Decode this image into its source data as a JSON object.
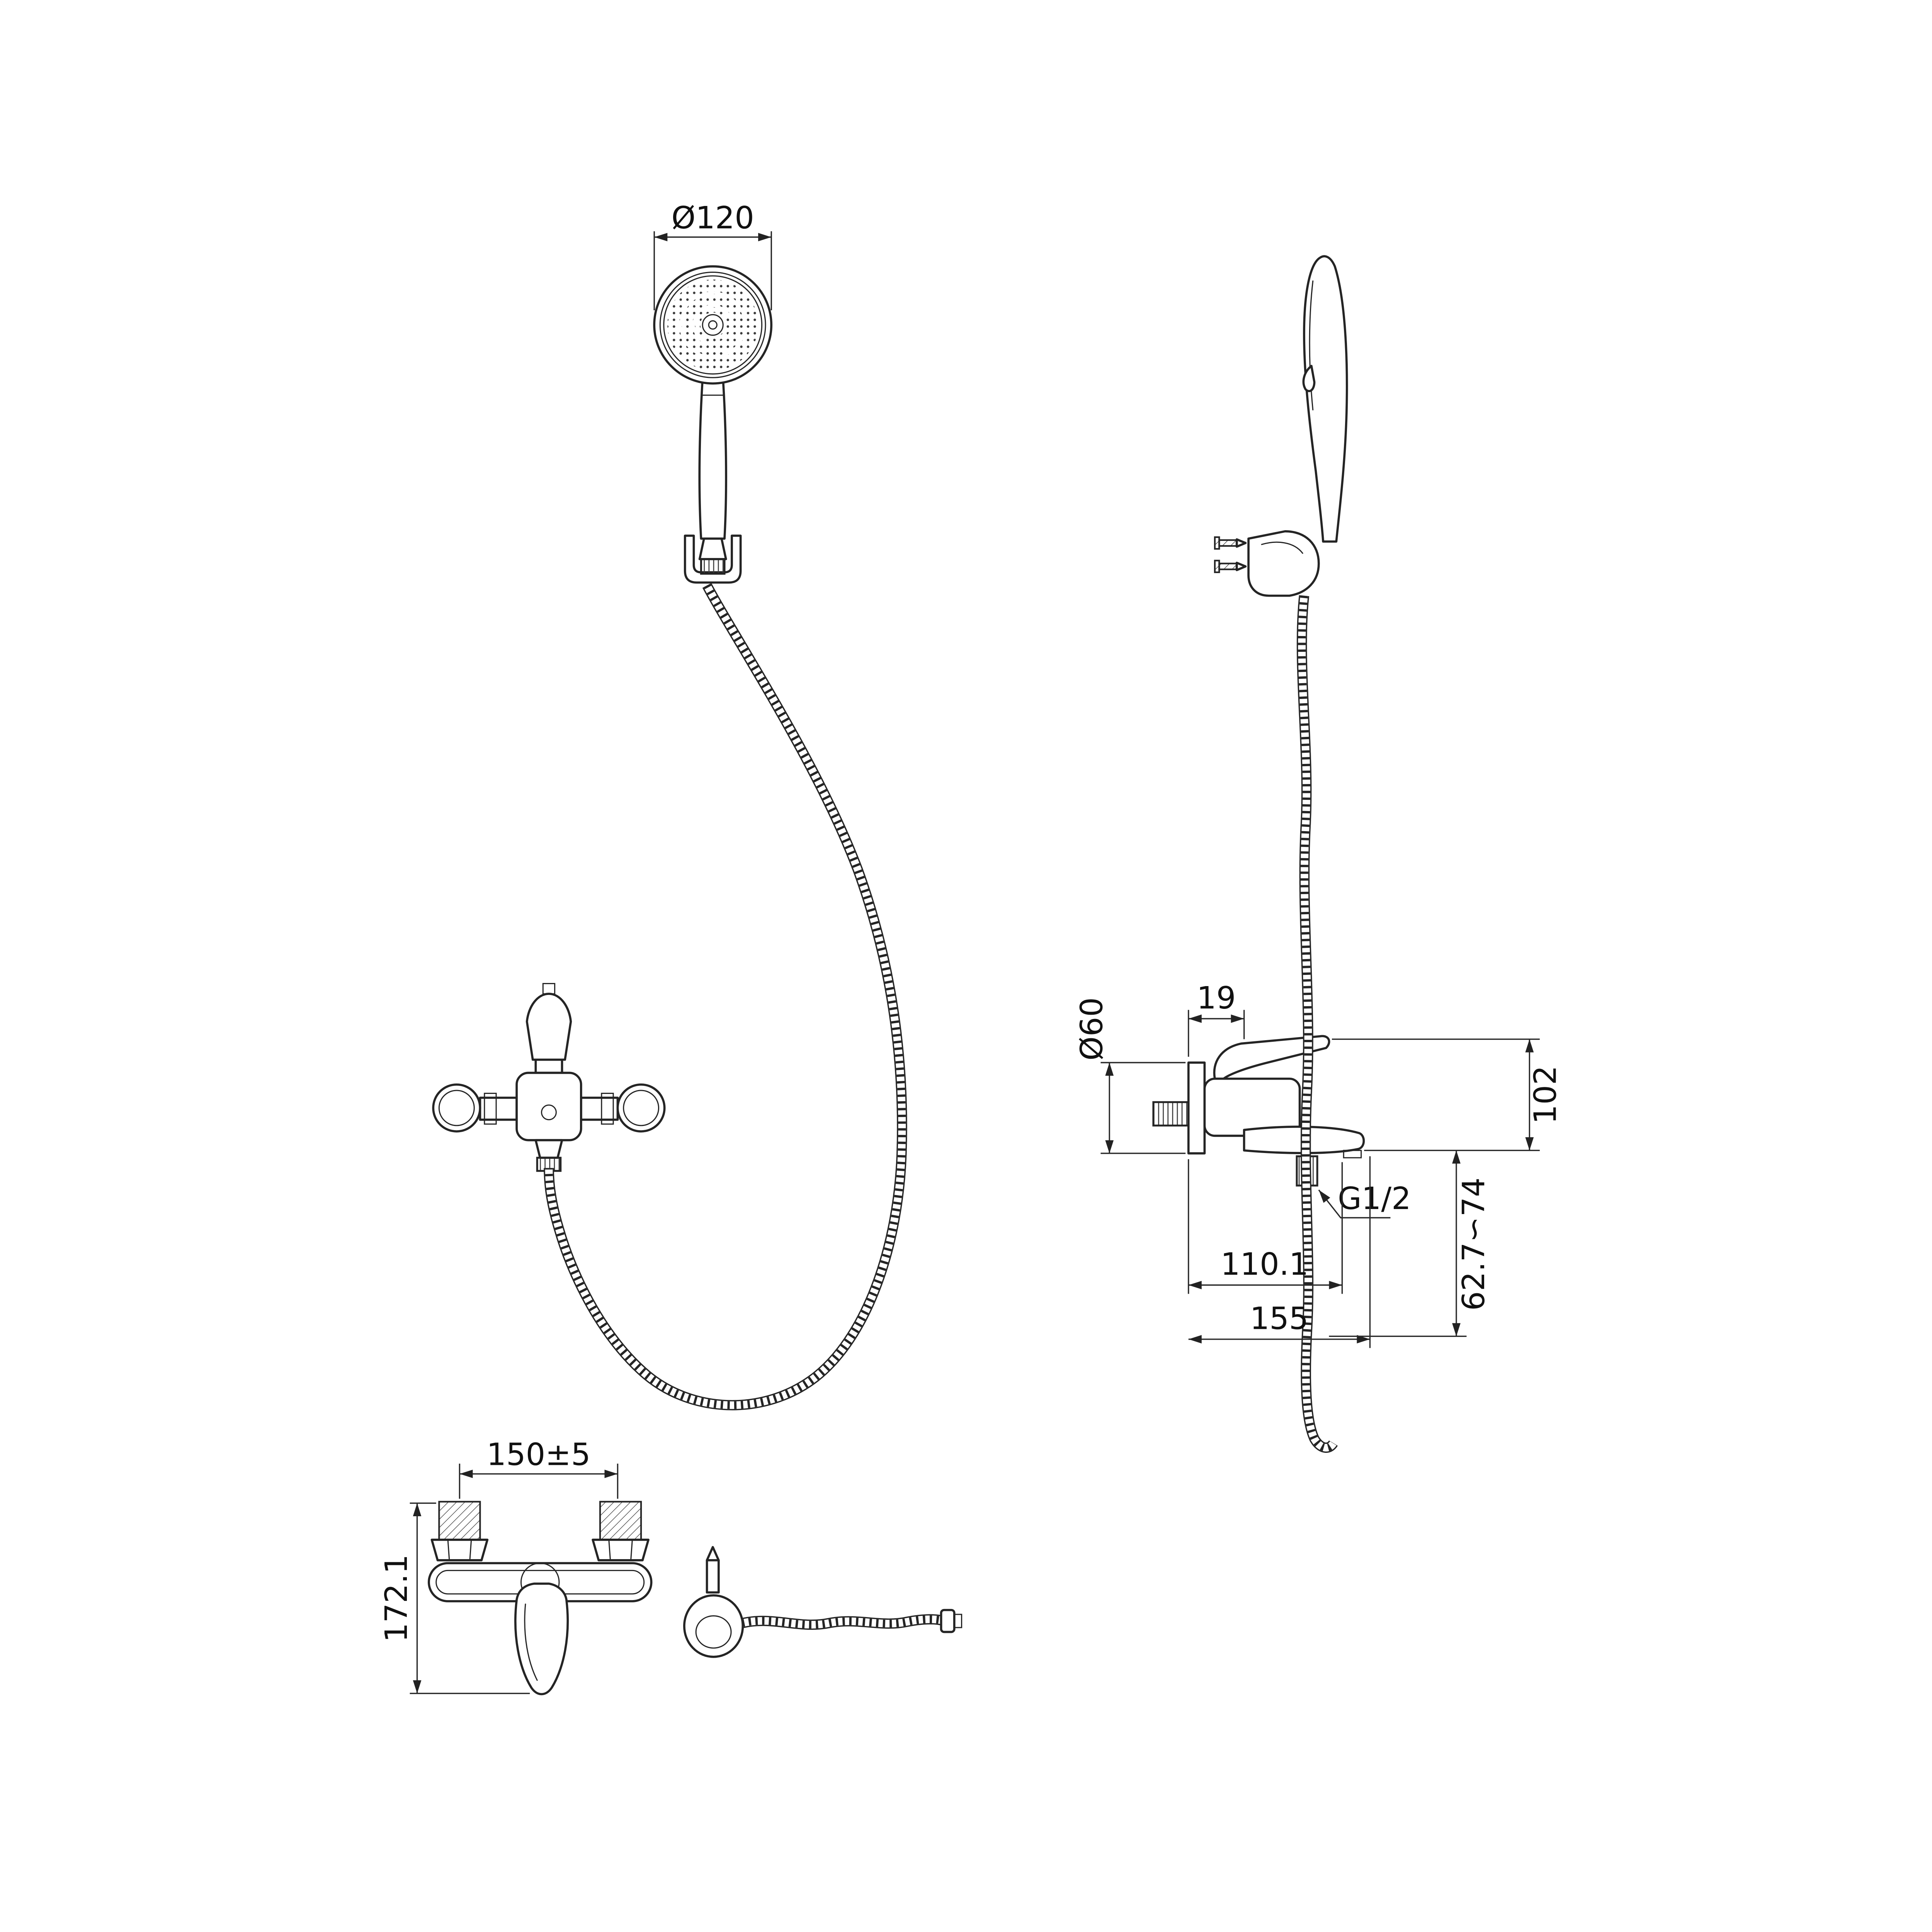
{
  "drawing": {
    "type": "technical-installation-drawing",
    "subject": "bath shower mixer with hand shower, hose and wall bracket",
    "dimensions": {
      "head_diameter": "Ø120",
      "wall_offset": "19",
      "escutcheon_diameter": "Ø60",
      "body_height": "102",
      "thread_size": "G1/2",
      "reach_inner": "110.1",
      "spout_reach": "155",
      "outlet_drop_range": "62.7∽74",
      "hole_spacing": "150±5",
      "body_depth": "172.1"
    },
    "colors": {
      "line": "#242424",
      "background": "#ffffff"
    }
  }
}
